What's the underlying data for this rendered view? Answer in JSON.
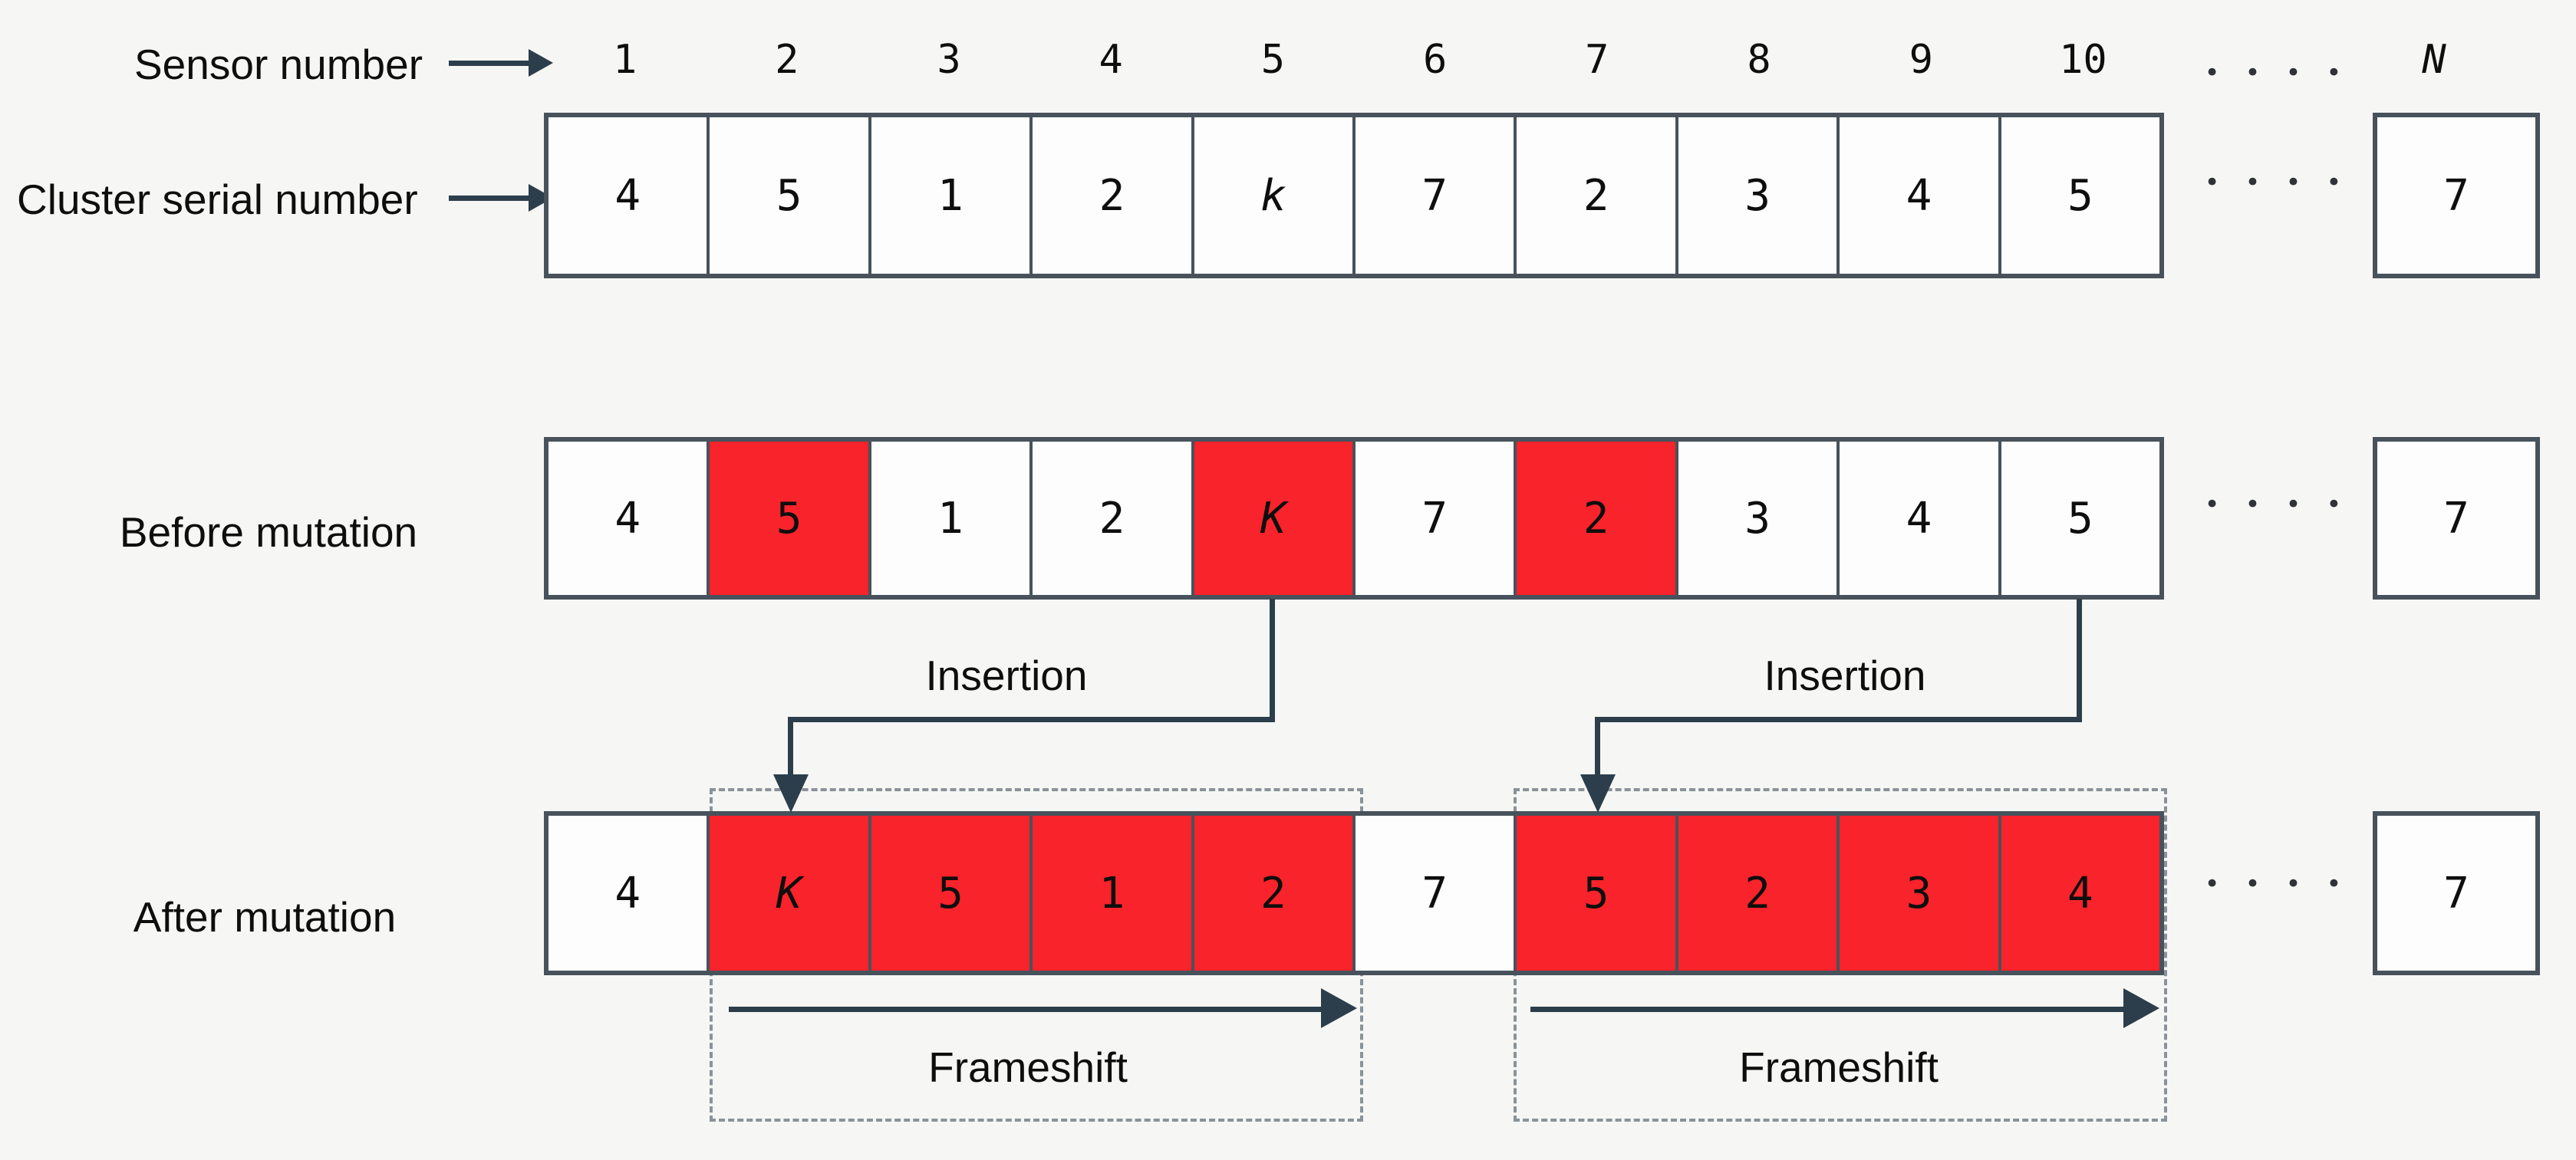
{
  "labels": {
    "sensor_number": "Sensor number",
    "cluster_serial_number": "Cluster serial number",
    "before_mutation": "Before mutation",
    "after_mutation": "After mutation",
    "insertion_left": "Insertion",
    "insertion_right": "Insertion",
    "frameshift_left": "Frameshift",
    "frameshift_right": "Frameshift",
    "n_symbol": "N",
    "ellipsis": "• • • •"
  },
  "sensor_numbers": [
    "1",
    "2",
    "3",
    "4",
    "5",
    "6",
    "7",
    "8",
    "9",
    "10"
  ],
  "rows": [
    {
      "name": "cluster-serial-number",
      "cells": [
        {
          "v": "4"
        },
        {
          "v": "5"
        },
        {
          "v": "1"
        },
        {
          "v": "2"
        },
        {
          "v": "k",
          "italic": true
        },
        {
          "v": "7"
        },
        {
          "v": "2"
        },
        {
          "v": "3"
        },
        {
          "v": "4"
        },
        {
          "v": "5"
        }
      ],
      "n_value": "7"
    },
    {
      "name": "before-mutation",
      "cells": [
        {
          "v": "4"
        },
        {
          "v": "5",
          "red": true
        },
        {
          "v": "1"
        },
        {
          "v": "2"
        },
        {
          "v": "K",
          "italic": true,
          "red": true
        },
        {
          "v": "7"
        },
        {
          "v": "2",
          "red": true
        },
        {
          "v": "3"
        },
        {
          "v": "4"
        },
        {
          "v": "5"
        }
      ],
      "n_value": "7"
    },
    {
      "name": "after-mutation",
      "cells": [
        {
          "v": "4"
        },
        {
          "v": "K",
          "italic": true,
          "red": true
        },
        {
          "v": "5",
          "red": true
        },
        {
          "v": "1",
          "red": true
        },
        {
          "v": "2",
          "red": true
        },
        {
          "v": "7"
        },
        {
          "v": "5",
          "red": true
        },
        {
          "v": "2",
          "red": true
        },
        {
          "v": "3",
          "red": true
        },
        {
          "v": "4",
          "red": true
        }
      ],
      "n_value": "7"
    }
  ],
  "colors": {
    "highlight_red": "#f8232b",
    "line_dark": "#2c3e4b",
    "box_border": "#47525c",
    "dash_gray": "#8a9299"
  }
}
